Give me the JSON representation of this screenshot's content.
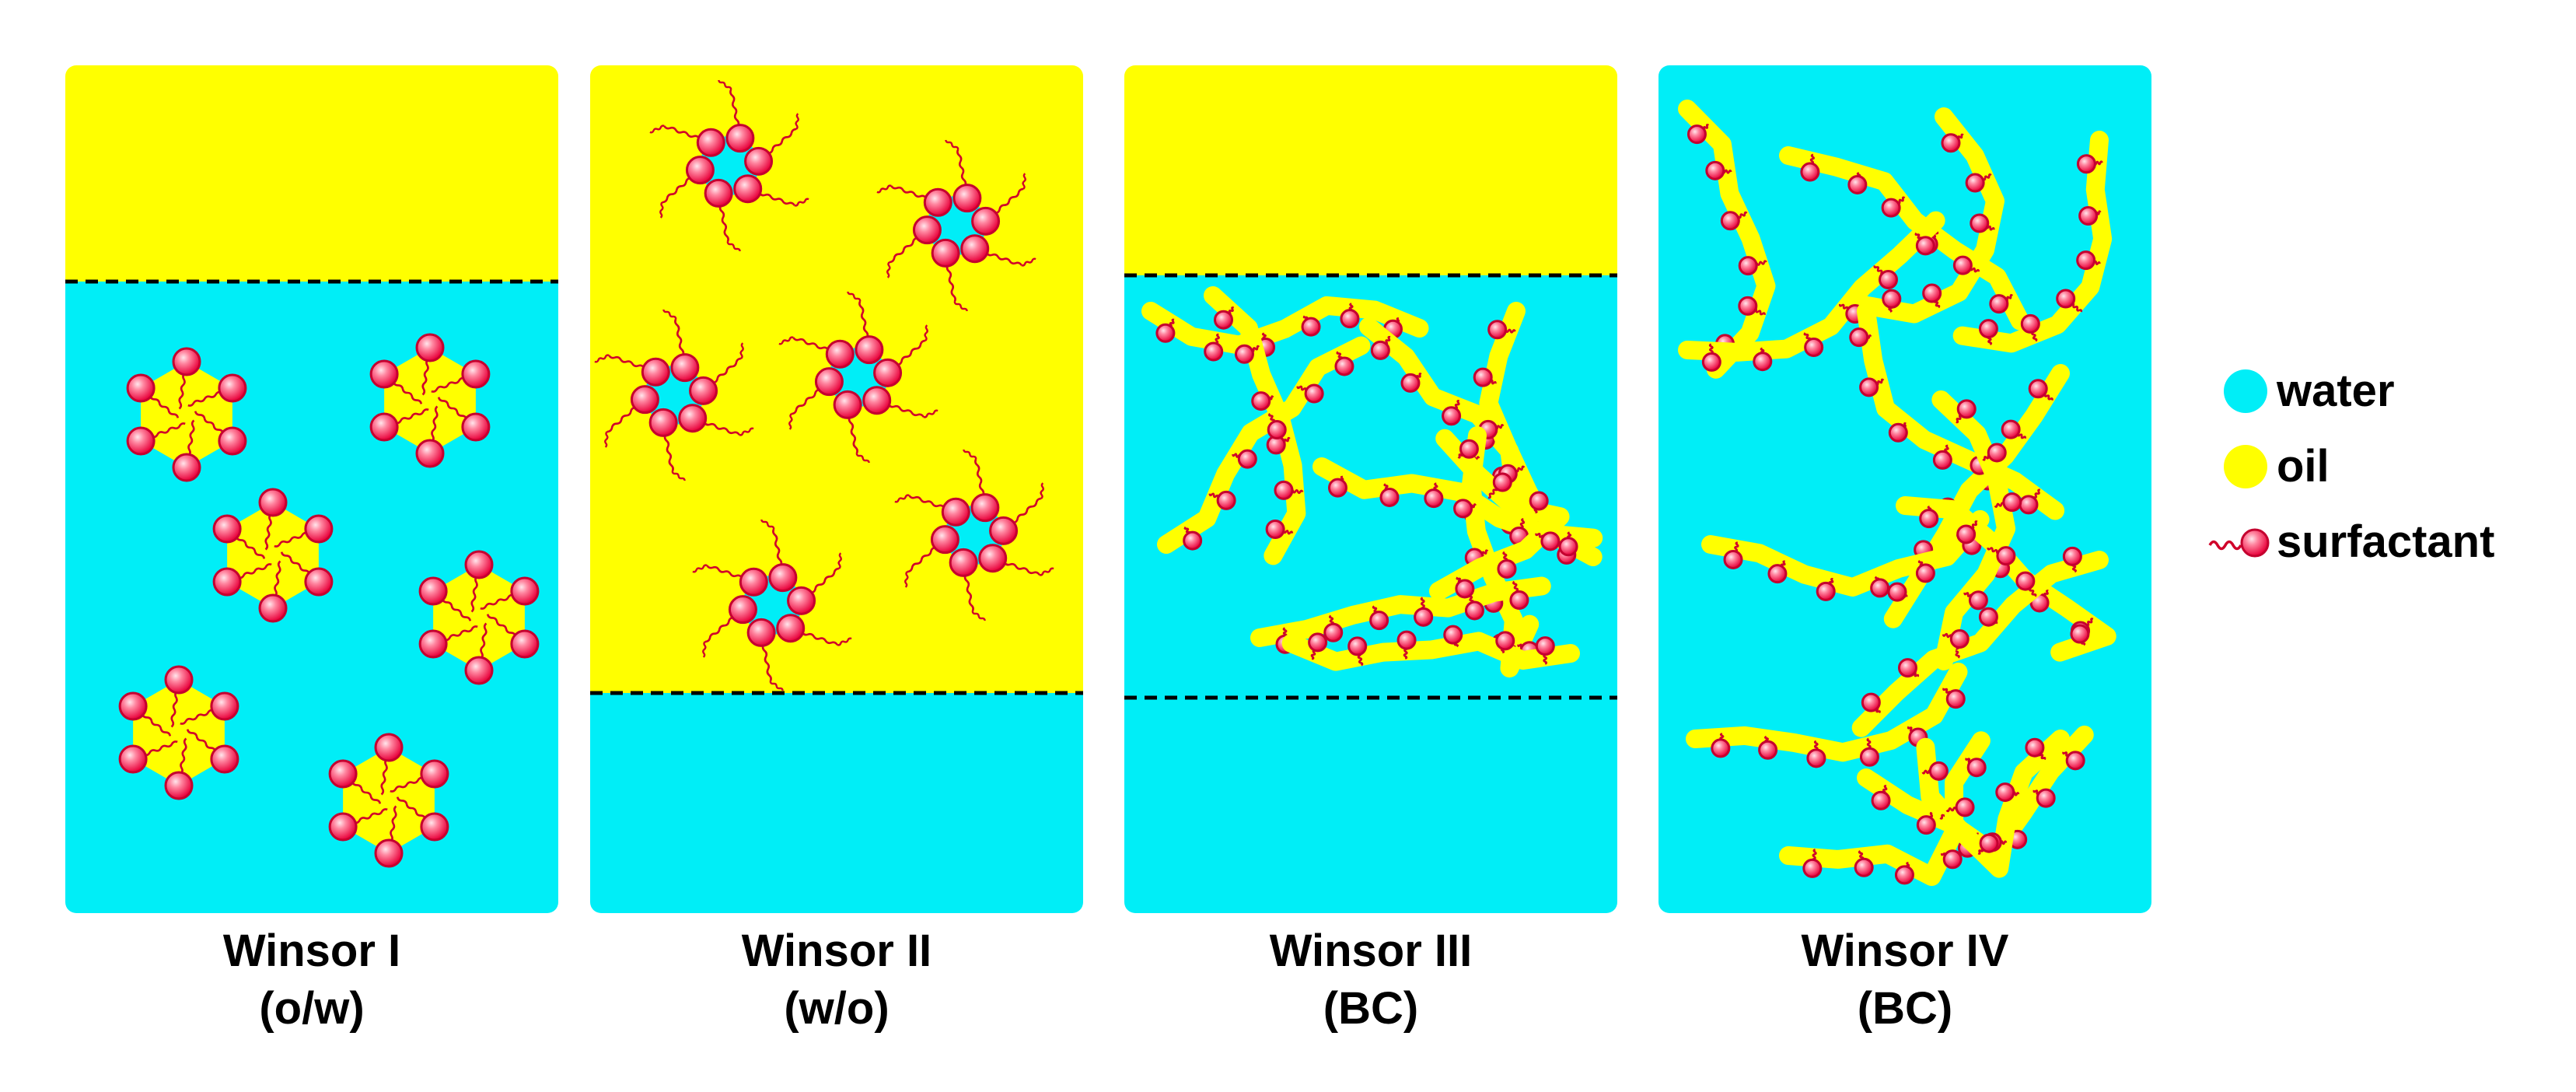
{
  "colors": {
    "water": "#00eef7",
    "oil": "#ffff00",
    "surfactant_head": "#ff5577",
    "surfactant_tail": "#d0002a",
    "interface_line": "#000000"
  },
  "tubes": [
    {
      "id": "winsor-1",
      "label_line1": "Winsor I",
      "label_line2": "(o/w)",
      "layers": [
        "oil",
        "water"
      ],
      "interfaces": 1,
      "structure": "oil-in-water micelles",
      "micelles": 6
    },
    {
      "id": "winsor-2",
      "label_line1": "Winsor II",
      "label_line2": "(w/o)",
      "layers": [
        "oil",
        "water"
      ],
      "interfaces": 1,
      "structure": "water-in-oil reverse micelles",
      "micelles": 6
    },
    {
      "id": "winsor-3",
      "label_line1": "Winsor III",
      "label_line2": "(BC)",
      "layers": [
        "oil",
        "bicontinuous",
        "water"
      ],
      "interfaces": 2,
      "structure": "bicontinuous middle phase"
    },
    {
      "id": "winsor-4",
      "label_line1": "Winsor IV",
      "label_line2": "(BC)",
      "layers": [
        "bicontinuous"
      ],
      "interfaces": 0,
      "structure": "single bicontinuous phase"
    }
  ],
  "legend": {
    "water": "water",
    "oil": "oil",
    "surfactant": "surfactant"
  }
}
